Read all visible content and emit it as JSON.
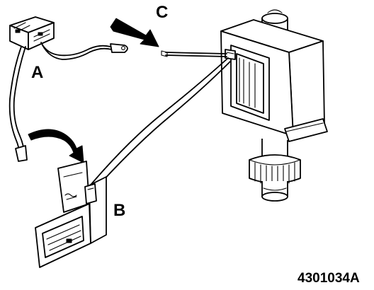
{
  "callouts": {
    "a": "A",
    "b": "B",
    "c": "C"
  },
  "figure_number": "4301034A"
}
